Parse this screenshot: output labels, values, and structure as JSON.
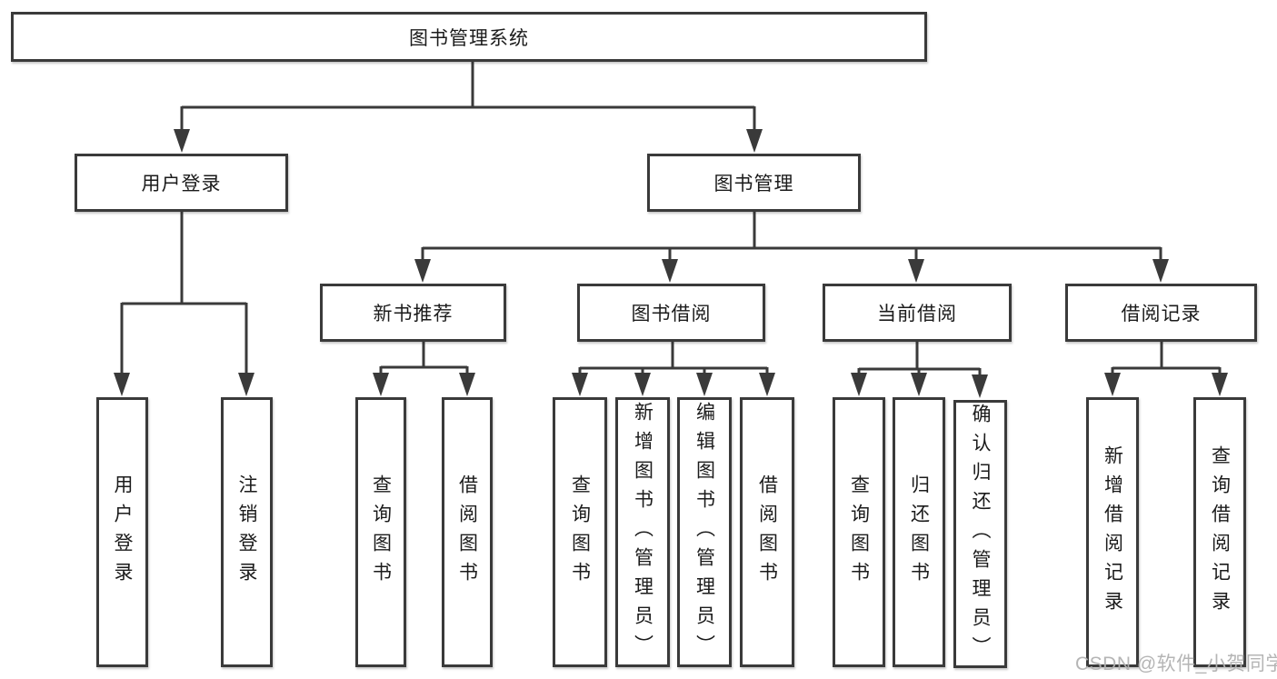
{
  "diagram": {
    "root": {
      "label": "图书管理系统"
    },
    "user_login": {
      "label": "用户登录",
      "children": [
        "用户登录",
        "注销登录"
      ]
    },
    "book_management": {
      "label": "图书管理"
    },
    "new_book_recommend": {
      "label": "新书推荐",
      "children": [
        "查询图书",
        "借阅图书"
      ]
    },
    "book_borrow": {
      "label": "图书借阅",
      "children": [
        "查询图书",
        "新增图书（管理员）",
        "编辑图书（管理员）",
        "借阅图书"
      ]
    },
    "current_borrow": {
      "label": "当前借阅",
      "children": [
        "查询图书",
        "归还图书",
        "确认归还（管理员）"
      ]
    },
    "borrow_records": {
      "label": "借阅记录",
      "children": [
        "新增借阅记录",
        "查询借阅记录"
      ]
    }
  },
  "watermark": {
    "text": "CSDN @软件_小贺同学"
  },
  "colors": {
    "line": "#3a3a3a",
    "text": "#1b1b1b",
    "background": "#ffffff",
    "watermark": "#b1b1b1"
  }
}
